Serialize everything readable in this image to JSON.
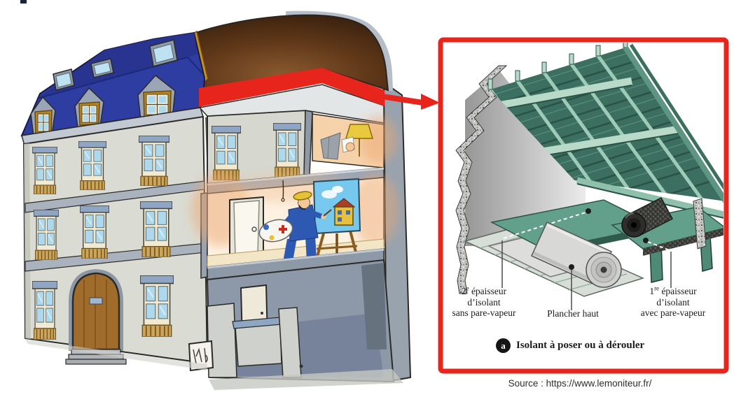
{
  "page": {
    "background": "#ffffff"
  },
  "colors": {
    "highlight_red": "#e8251d",
    "roof_blue": "#2e3da2",
    "inset_green_dark": "#3d6f60",
    "inset_green_light": "#63a08c"
  },
  "house_illustration": {
    "alt": "Cutaway cartoon of a three-storey building with a blue mansard roof; the top-floor ceiling insulation zone is highlighted in red"
  },
  "inset": {
    "alt": "Technical cutaway of roof insulation layers laid on the top floor under a pitched roof",
    "labels": {
      "left": {
        "line1_num": "2",
        "line1_sup": "e",
        "line1_rest": " épaisseur",
        "line2": "d’isolant",
        "line3": "sans pare-vapeur"
      },
      "center": "Plancher haut",
      "right": {
        "line1_num": "1",
        "line1_sup": "re",
        "line1_rest": " épaisseur",
        "line2": "d’isolant",
        "line3": "avec pare-vapeur"
      }
    },
    "caption": {
      "badge": "a",
      "text": "Isolant à poser ou à dérouler"
    }
  },
  "footer": {
    "source": "Source : https://www.lemoniteur.fr/"
  }
}
